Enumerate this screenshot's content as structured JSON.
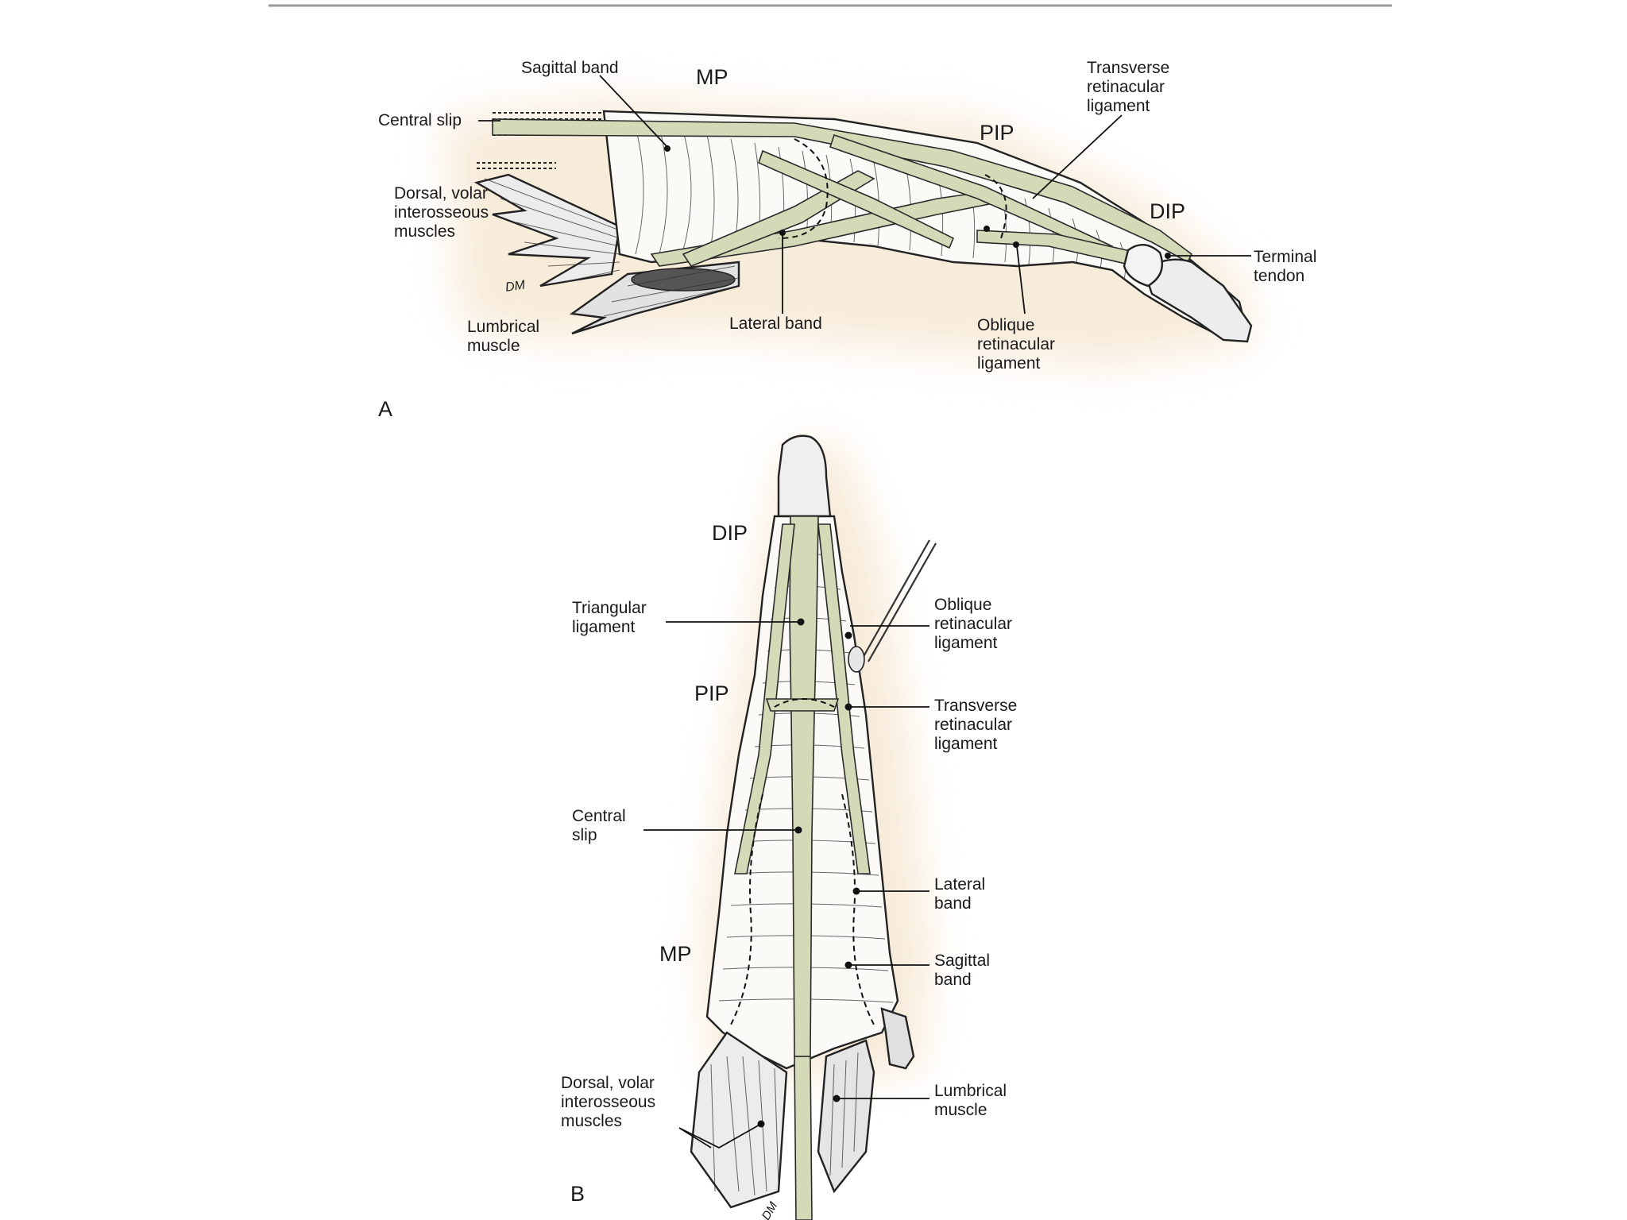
{
  "figure": {
    "panel_a": {
      "letter": "A",
      "joints": {
        "mp": "MP",
        "pip": "PIP",
        "dip": "DIP"
      },
      "labels": {
        "sagittal_band": "Sagittal band",
        "central_slip": "Central slip",
        "interosseous": [
          "Dorsal, volar",
          "interosseous",
          "muscles"
        ],
        "lumbrical": [
          "Lumbrical",
          "muscle"
        ],
        "lateral_band": "Lateral band",
        "oblique": [
          "Oblique",
          "retinacular",
          "ligament"
        ],
        "transverse": [
          "Transverse",
          "retinacular",
          "ligament"
        ],
        "terminal": [
          "Terminal",
          "tendon"
        ]
      },
      "signature": "DM"
    },
    "panel_b": {
      "letter": "B",
      "joints": {
        "dip": "DIP",
        "pip": "PIP",
        "mp": "MP"
      },
      "labels": {
        "triangular": [
          "Triangular",
          "ligament"
        ],
        "oblique": [
          "Oblique",
          "retinacular",
          "ligament"
        ],
        "transverse": [
          "Transverse",
          "retinacular",
          "ligament"
        ],
        "central_slip": [
          "Central",
          "slip"
        ],
        "lateral_band": [
          "Lateral",
          "band"
        ],
        "sagittal_band": [
          "Sagittal",
          "band"
        ],
        "interosseous": [
          "Dorsal, volar",
          "interosseous",
          "muscles"
        ],
        "lumbrical": [
          "Lumbrical",
          "muscle"
        ]
      },
      "signature": "DM"
    }
  },
  "colors": {
    "tendon": "#d4d9b8",
    "glow": "#f7ead8",
    "ink": "#1a1a1a",
    "rule": "#9a9a9a"
  }
}
